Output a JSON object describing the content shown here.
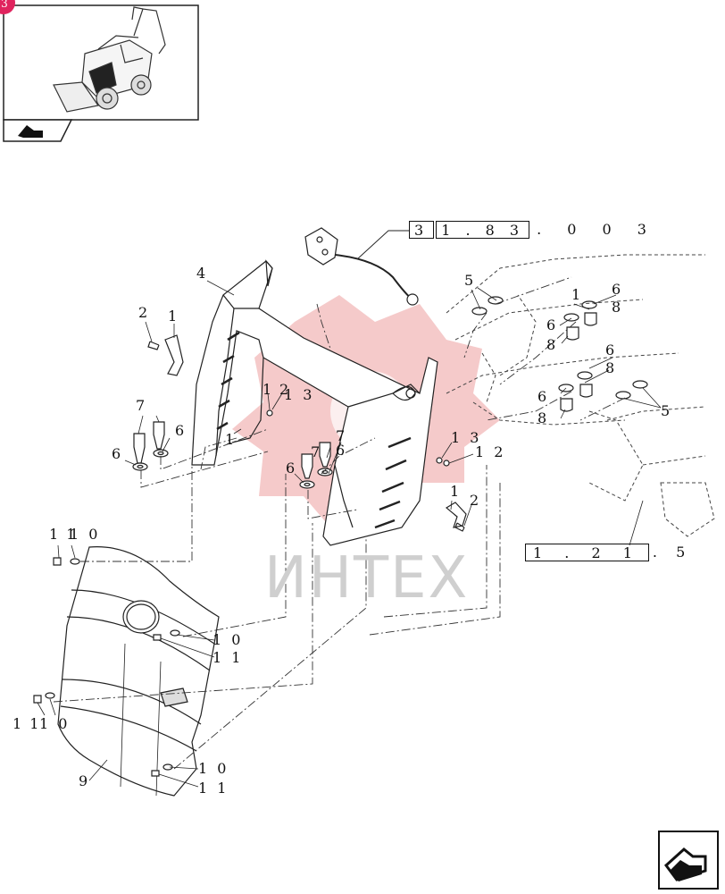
{
  "badge_number": "3",
  "watermark": "ИНТЕХ",
  "references": [
    {
      "boxes": [
        "3",
        "1 . 8 3"
      ],
      "tail": ". 0 0 3"
    },
    {
      "boxes": [
        "1 . 2 1"
      ],
      "tail": ". 5"
    }
  ],
  "callouts": {
    "c4": "4",
    "c2_left": "2",
    "c1_left": "1",
    "c1_mid": "1",
    "c2_mid": "2",
    "c13_mid": "1 3",
    "c7_left": "7",
    "c6_left_a": "6",
    "c6_left_b": "6",
    "c1_small": "1",
    "c7_mid": "7",
    "c7_mid_b": "7",
    "c6_mid": "6",
    "c6_mid_b": "6",
    "c13_right": "1 3",
    "c12": "1 2",
    "c1_right": "1",
    "c2_right": "2",
    "c5_top": "5",
    "c1_top_right": "1",
    "c6_tr_a": "6",
    "c6_tr_b": "6",
    "c8_tr_a": "8",
    "c8_tr_b": "8",
    "c6_r_a": "6",
    "c8_r_a": "8",
    "c6_r_b": "6",
    "c8_r_b": "8",
    "c5_right": "5",
    "c11_top_1": "1 1",
    "c10_top": "1 0",
    "c10_mid": "1 0",
    "c11_mid": "1 1",
    "c11_low": "1 1",
    "c10_low": "1 0",
    "c10_bot": "1 0",
    "c11_bot": "1 1",
    "c9": "9"
  }
}
